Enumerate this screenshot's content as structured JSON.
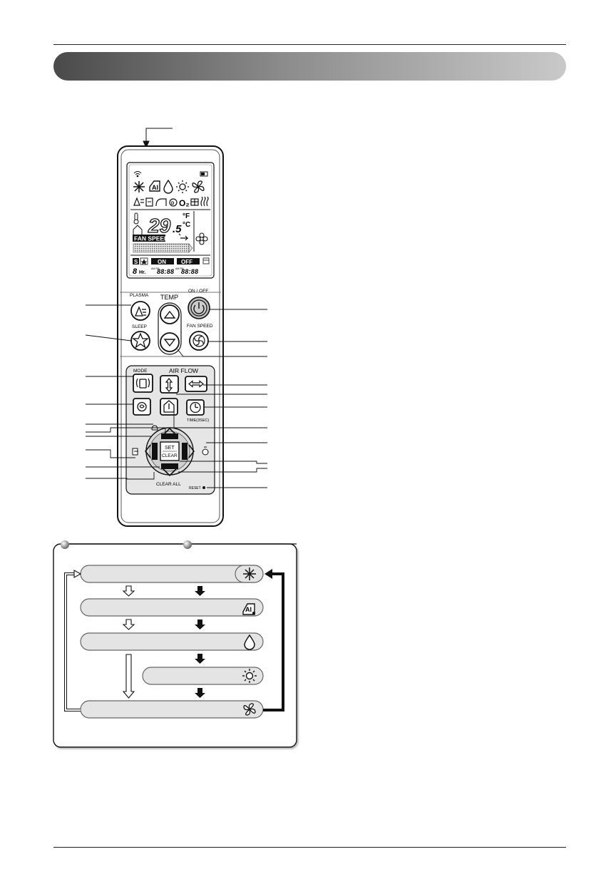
{
  "remote": {
    "temp_reading": "29",
    "temp_decimal": ".5",
    "unit_f": "°F",
    "unit_c": "°C",
    "o2_label": "O₂",
    "fan_speed_label": "FAN SPEED",
    "sleep_s": "S",
    "hour_label": "Hr.",
    "hour_digit": "8",
    "timer_on": "ON",
    "timer_off": "OFF",
    "timer_on_digits": "88:88",
    "timer_off_digits": "88:88",
    "buttons": {
      "plasma": "PLASMA",
      "sleep": "SLEEP",
      "temp": "TEMP",
      "on_off": "ON / OFF",
      "fan_speed": "FAN SPEED",
      "mode": "MODE",
      "air_flow": "AIR FLOW",
      "timer": "TIME(3SEC)",
      "set": "SET",
      "clear": "CLEAR",
      "clear_all": "CLEAR ALL",
      "reset": "RESET"
    }
  },
  "mode_cycle": {
    "modes": [
      {
        "name": "cooling",
        "icon": "snowflake-icon"
      },
      {
        "name": "ai",
        "icon": "ai-icon"
      },
      {
        "name": "dry",
        "icon": "drop-icon"
      },
      {
        "name": "heating",
        "icon": "sun-icon"
      },
      {
        "name": "fan",
        "icon": "fan-icon"
      }
    ]
  },
  "colors": {
    "banner_dark": "#4a4a4a",
    "banner_light": "#c9c9c9",
    "bar_fill": "#e4e4e4",
    "bar_border": "#666666"
  }
}
